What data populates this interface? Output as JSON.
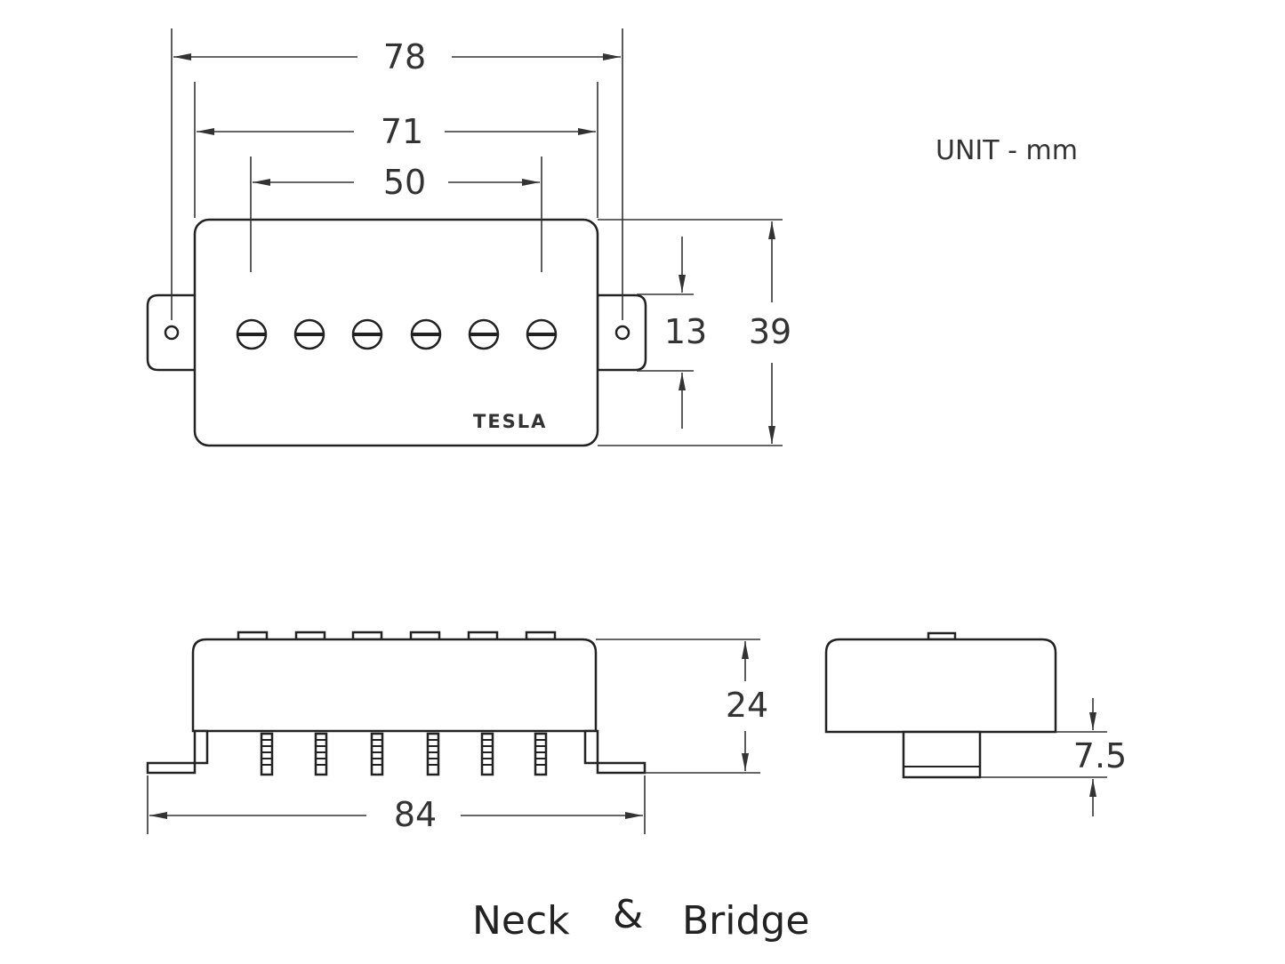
{
  "dimensions": {
    "overall_width": "78",
    "cover_width": "71",
    "pole_spacing": "50",
    "pole_height": "13",
    "cover_height": "39",
    "side_height": "24",
    "base_width": "84",
    "leg_height": "7.5"
  },
  "unit_label": "UNIT - mm",
  "logo": "TESLA",
  "caption": {
    "left": "Neck",
    "ampersand": "&",
    "right": "Bridge"
  },
  "colors": {
    "line": "#222222",
    "text": "#333333",
    "background": "#ffffff"
  }
}
